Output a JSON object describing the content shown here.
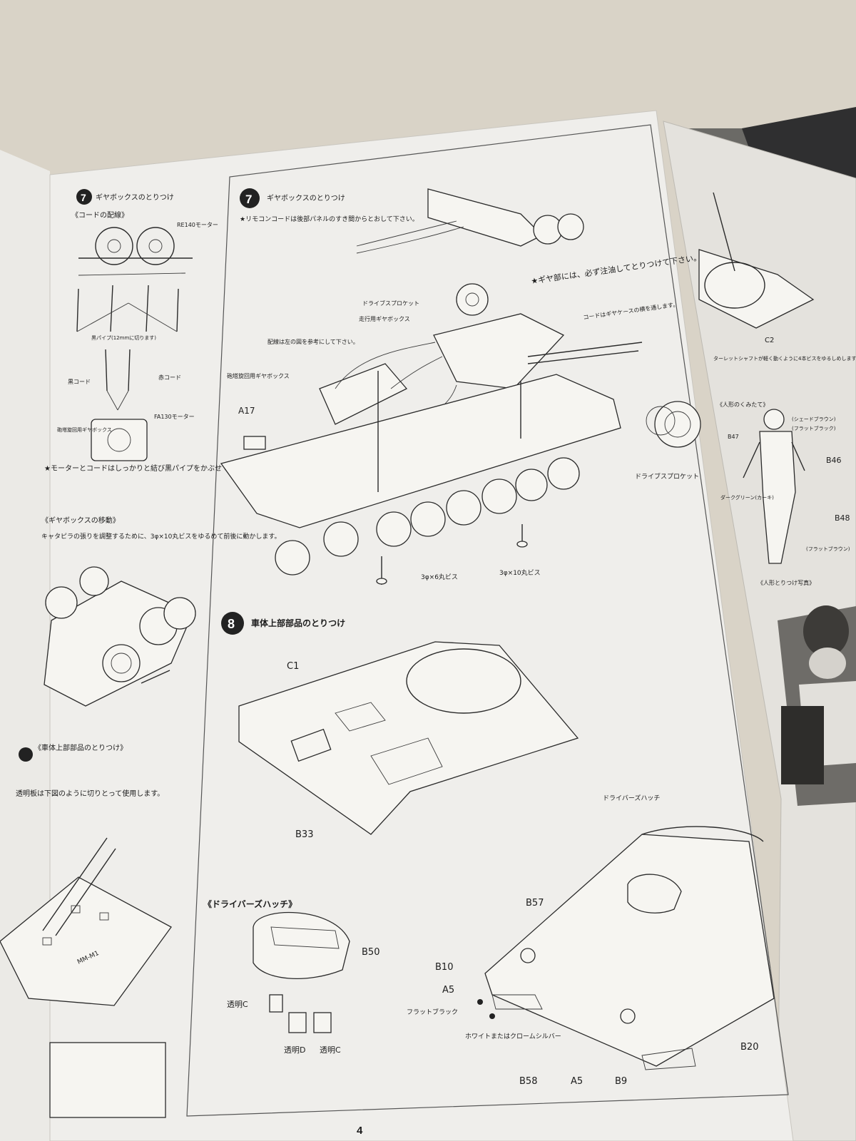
{
  "left_page": {
    "step7_title": "ギヤボックスのとりつけ",
    "cord_wiring_heading": "《コードの配線》",
    "re140_motor": "RE140モーター",
    "black_pipe": "黒パイプ(12mmに切ります)",
    "black_cord": "黒コード",
    "red_cord": "赤コード",
    "fa130_motor": "FA130モーター",
    "turret_gearbox": "砲塔旋回用ギヤボックス",
    "motor_note": "★モーターとコードはしっかりと結び黒パイプをかぶせて下さい。",
    "gearbox_move_heading": "《ギヤボックスの移動》",
    "gearbox_move_text": "キャタピラの張りを調整するために、3φ×10丸ビスをゆるめて前後に動かします。",
    "step8_title": "《車体上部部品のとりつけ》",
    "clear_sheet_text": "透明板は下図のように切りとって使用します。",
    "sheet_label": "MM-M1"
  },
  "main": {
    "step7_title": "ギヤボックスのとりつけ",
    "remote_cord_note": "★リモコンコードは後部パネルのすき間からとおして下さい。",
    "grease_note": "★ギヤ部には、必ず注油してとりつけて下さい。",
    "drive_sprocket_label": "ドライブスプロケット",
    "running_gearbox_label": "走行用ギヤボックス",
    "wiring_note": "配線は左の図を参考にして下さい。",
    "cord_side_note": "コードはギヤケースの横を通します。",
    "turret_gearbox_label": "砲塔旋回用ギヤボックス",
    "part_a17": "A17",
    "drive_sprocket_right": "ドライブスプロケット",
    "screw_6": "3φ×6丸ビス",
    "screw_10": "3φ×10丸ビス",
    "step8_number": "8",
    "step8_title": "車体上部部品のとりつけ",
    "part_c1": "C1",
    "part_b33": "B33",
    "drivers_hatch_heading": "《ドライバーズハッチ》",
    "part_b50": "B50",
    "clear_c_left": "透明C",
    "clear_d": "透明D",
    "clear_c_right": "透明C",
    "drivers_hatch_label": "ドライバーズハッチ",
    "part_b57": "B57",
    "part_b10": "B10",
    "part_a5_left": "A5",
    "flat_black": "フラットブラック",
    "white_or_chrome": "ホワイトまたはクロームシルバー",
    "part_b58": "B58",
    "part_a5_bottom": "A5",
    "part_b9": "B9",
    "part_b20": "B20",
    "page_number": "4"
  },
  "right_page": {
    "part_c2": "C2",
    "shaft_note": "ターレットシャフトが軽く動くように4本ビスをゆるしめします。",
    "figure_heading": "《人形のくみたて》",
    "shade_brown": "(シェードブラウン)",
    "flat_black": "(フラットブラック)",
    "part_b47": "B47",
    "part_b46": "B46",
    "dark_green": "ダークグリーン(カーキ)",
    "part_b48": "B48",
    "flat_brown": "(フラットブラウン)",
    "photo_heading": "《人形とりつけ写真》"
  },
  "colors": {
    "wall": "#d8d2c6",
    "paper": "#eeedea",
    "ink": "#1c1c1c"
  }
}
